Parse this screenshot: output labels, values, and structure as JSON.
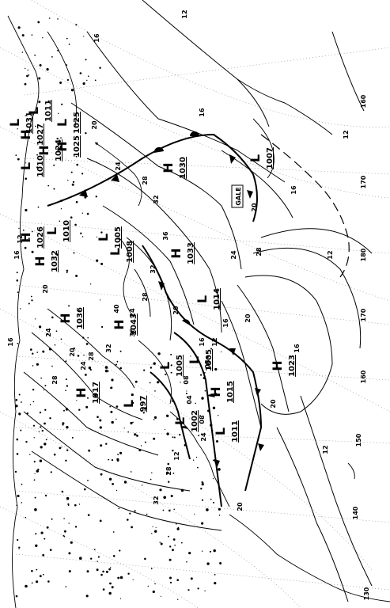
{
  "colors": {
    "background": "#ffffff",
    "ink": "#000000",
    "grid": "#888888"
  },
  "gale_label": "GALE",
  "longitudes": [
    "160",
    "170",
    "180",
    "170",
    "160",
    "150",
    "140",
    "130"
  ],
  "isobar_labels": [
    "16",
    "12",
    "16",
    "20",
    "24",
    "28",
    "32",
    "36",
    "40",
    "36",
    "32",
    "28",
    "24",
    "20",
    "16",
    "12",
    "08",
    "04",
    "08",
    "12",
    "16",
    "20",
    "24",
    "28",
    "32",
    "28",
    "24",
    "20",
    "16",
    "12",
    "08",
    "20",
    "24",
    "28",
    "16",
    "12",
    "20",
    "24",
    "28",
    "32",
    "20",
    "16",
    "12",
    "20",
    "16",
    "12"
  ],
  "pressure_systems": [
    {
      "type": "H",
      "value": "1030"
    },
    {
      "type": "L",
      "value": "1007"
    },
    {
      "type": "H",
      "value": "1033"
    },
    {
      "type": "L",
      "value": "1014"
    },
    {
      "type": "H",
      "value": "1023"
    },
    {
      "type": "H",
      "value": "1043"
    },
    {
      "type": "L",
      "value": "1005"
    },
    {
      "type": "L",
      "value": "1005"
    },
    {
      "type": "H",
      "value": "1015"
    },
    {
      "type": "L",
      "value": "1002"
    },
    {
      "type": "L",
      "value": "1011"
    },
    {
      "type": "H",
      "value": "1017"
    },
    {
      "type": "L",
      "value": "997"
    },
    {
      "type": "H",
      "value": "1036"
    },
    {
      "type": "H",
      "value": "1032"
    },
    {
      "type": "H",
      "value": "1026"
    },
    {
      "type": "L",
      "value": "1010"
    },
    {
      "type": "L",
      "value": "1005"
    },
    {
      "type": "L",
      "value": "1008"
    },
    {
      "type": "H",
      "value": "1024"
    },
    {
      "type": "H",
      "value": "1025"
    },
    {
      "type": "H",
      "value": "1027"
    },
    {
      "type": "L",
      "value": "1010"
    },
    {
      "type": "L",
      "value": "1011"
    },
    {
      "type": "L",
      "value": "1031"
    },
    {
      "type": "L",
      "value": "1025"
    }
  ]
}
